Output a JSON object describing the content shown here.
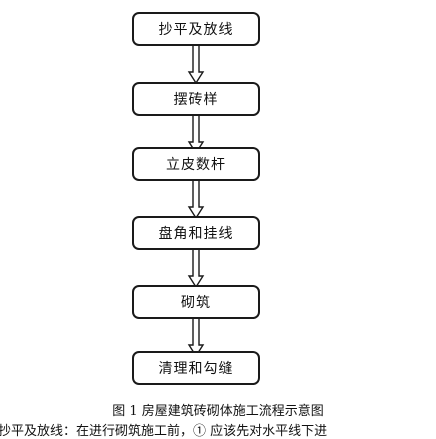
{
  "flowchart": {
    "steps": [
      "抄平及放线",
      "摆砖样",
      "立皮数杆",
      "盘角和挂线",
      "砌筑",
      "清理和勾缝"
    ]
  },
  "caption": "图 1  房屋建筑砖砌体施工流程示意图",
  "bottom_text": "抄平及放线：在进行砌筑施工前，① 应该先对水平线下进"
}
